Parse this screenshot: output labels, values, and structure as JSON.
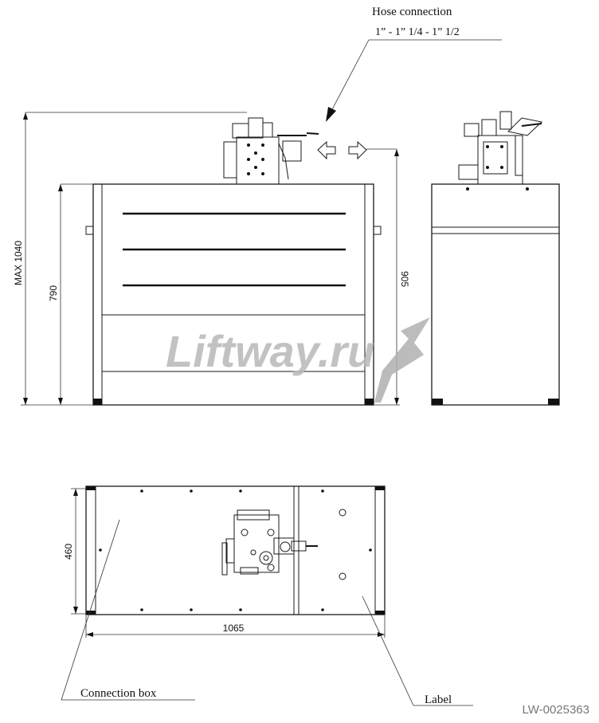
{
  "annotations": {
    "hose_title": "Hose connection",
    "hose_sizes": "1” - 1” 1/4 - 1” 1/2",
    "connection_box": "Connection box",
    "label": "Label"
  },
  "dimensions": {
    "max_height": "MAX 1040",
    "height_790": "790",
    "height_905": "905",
    "depth_460": "460",
    "width_1065": "1065"
  },
  "watermark": "Liftway.ru",
  "document_code": "LW-0025363",
  "colors": {
    "line": "#1a1a1a",
    "watermark": "#b8b8b8"
  }
}
